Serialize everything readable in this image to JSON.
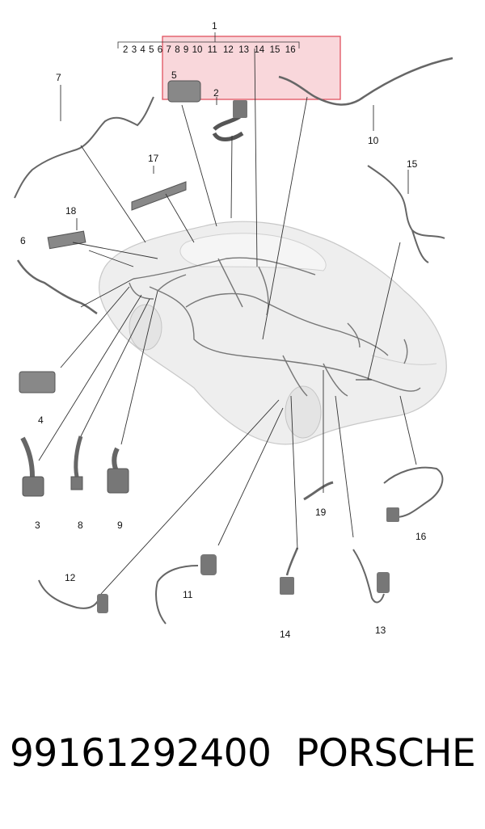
{
  "diagram": {
    "group_label": "1",
    "group_items": [
      "2",
      "3",
      "4",
      "5",
      "6",
      "7",
      "8",
      "9",
      "10",
      "11",
      "12",
      "13",
      "14",
      "15",
      "16"
    ],
    "labels": {
      "n2": "2",
      "n3": "3",
      "n4": "4",
      "n5": "5",
      "n6": "6",
      "n7": "7",
      "n8": "8",
      "n9": "9",
      "n10": "10",
      "n11": "11",
      "n12": "12",
      "n13": "13",
      "n14": "14",
      "n15": "15",
      "n16": "16",
      "n17": "17",
      "n18": "18",
      "n19": "19"
    },
    "colors": {
      "highlight_fill": "#f7c9cf",
      "highlight_stroke": "#e0505f",
      "line": "#333333",
      "part_fill": "#777777",
      "car_fill": "#eeeeee",
      "car_stroke": "#c8c8c8"
    }
  },
  "footer": {
    "part_number": "99161292400",
    "brand": "PORSCHE"
  }
}
